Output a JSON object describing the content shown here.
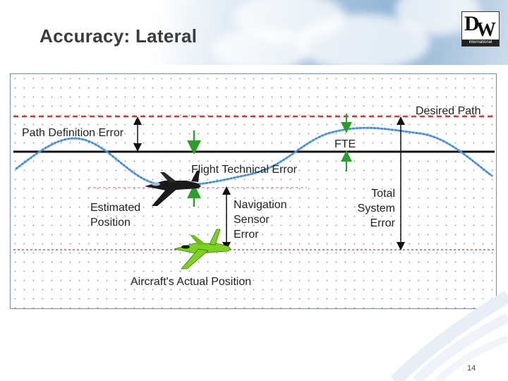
{
  "slide": {
    "title": "Accuracy: Lateral",
    "page_number": "14",
    "logo": {
      "letters": "DW",
      "tagline": "international"
    }
  },
  "diagram": {
    "labels": {
      "desired_path": "Desired Path",
      "path_definition_error": "Path Definition Error",
      "fte": "FTE",
      "flight_technical_error": "Flight Technical Error",
      "estimated_position_line1": "Estimated",
      "estimated_position_line2": "Position",
      "navigation_sensor_error_line1": "Navigation",
      "navigation_sensor_error_line2": "Sensor",
      "navigation_sensor_error_line3": "Error",
      "total_system_error_line1": "Total",
      "total_system_error_line2": "System",
      "total_system_error_line3": "Error",
      "aircraft_actual_position": "Aircraft's Actual Position"
    },
    "colors": {
      "desired_path": "#e03030",
      "defined_path": "#111111",
      "flight_path": "#4a90d9",
      "arrow_green": "#2aa02a",
      "estimated_aircraft": "#1a1a1a",
      "actual_aircraft": "#7ed321"
    }
  }
}
